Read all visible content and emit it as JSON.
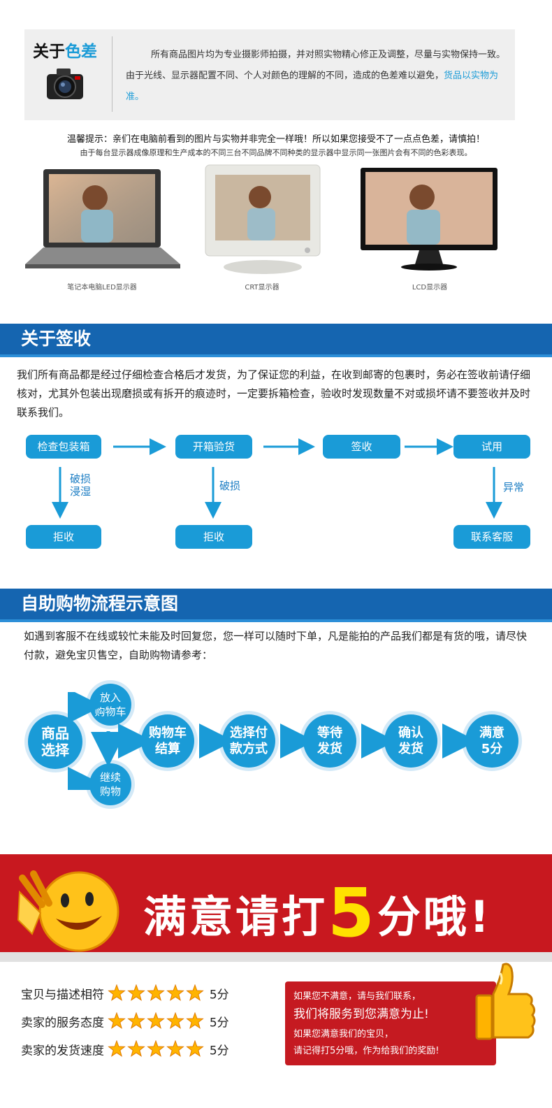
{
  "color_section": {
    "title_prefix": "关于",
    "title_highlight": "色差",
    "text_main": "所有商品图片均为专业摄影师拍摄，并对照实物精心修正及调整，尽量与实物保持一致。由于光线、显示器配置不同、个人对颜色的理解的不同，造成的色差难以避免，",
    "text_highlight": "货品以实物为准。",
    "tip_line1": "温馨提示：亲们在电脑前看到的图片与实物并非完全一样哦！所以如果您接受不了一点点色差，请慎拍！",
    "tip_line2": "由于每台显示器成像原理和生产成本的不同三台不同品牌不同种类的显示器中显示同一张图片会有不同的色彩表现。",
    "monitors": [
      "笔记本电脑LED显示器",
      "CRT显示器",
      "LCD显示器"
    ]
  },
  "sign_section": {
    "title": "关于签收",
    "text": "我们所有商品都是经过仔细检查合格后才发货，为了保证您的利益，在收到邮寄的包裹时，务必在签收前请仔细核对，尤其外包装出现磨损或有拆开的痕迹时，一定要拆箱检查，验收时发现数量不对或损坏请不要签收并及时联系我们。",
    "steps": [
      "检查包装箱",
      "开箱验货",
      "签收",
      "试用"
    ],
    "branch_labels": [
      "破损\n浸湿",
      "破损",
      "异常"
    ],
    "outcomes": [
      "拒收",
      "拒收",
      "联系客服"
    ]
  },
  "shop_section": {
    "title": "自助购物流程示意图",
    "text": "如遇到客服不在线或较忙未能及时回复您，您一样可以随时下单，凡是能拍的产品我们都是有货的哦，请尽快付款，避免宝贝售空，自助购物请参考：",
    "start": "商品\n选择",
    "branch_top": "放入\n购物车",
    "branch_bottom": "继续\n购物",
    "steps": [
      "购物车\n结算",
      "选择付\n款方式",
      "等待\n发货",
      "确认\n发货",
      "满意\n5分"
    ]
  },
  "banner": {
    "text_before": "满意请打",
    "number": "5",
    "text_after": "分哦!"
  },
  "ratings": [
    {
      "label": "宝贝与描述相符",
      "stars": 5,
      "score": "5分"
    },
    {
      "label": "卖家的服务态度",
      "stars": 5,
      "score": "5分"
    },
    {
      "label": "卖家的发货速度",
      "stars": 5,
      "score": "5分"
    }
  ],
  "red_box": {
    "line1": "如果您不满意，请与我们联系，",
    "line2": "我们将服务到您满意为止!",
    "line3": "如果您满意我们的宝贝，",
    "line4": "请记得打5分哦，作为给我们的奖励!"
  },
  "colors": {
    "blue_header": "#1565b0",
    "blue_accent": "#1a9bd7",
    "red": "#c8181f",
    "yellow": "#ffe100"
  }
}
